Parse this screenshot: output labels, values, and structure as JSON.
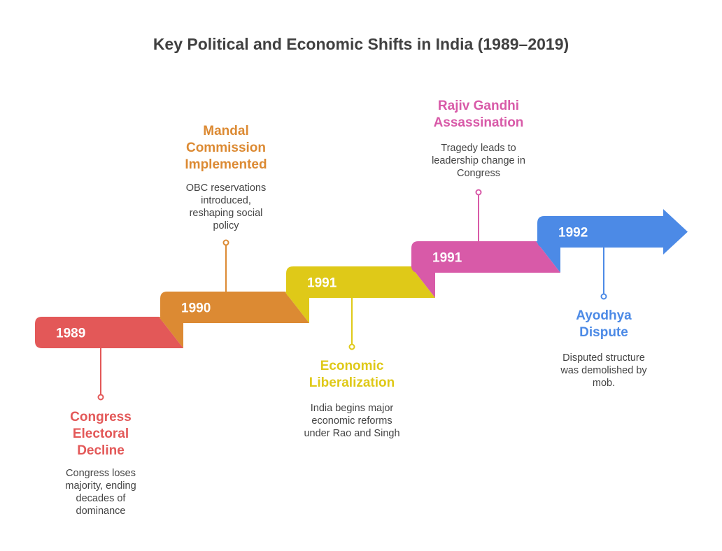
{
  "title": "Key Political and Economic Shifts in India (1989–2019)",
  "events": [
    {
      "year": "1989",
      "title": "Congress Electoral Decline",
      "description": "Congress loses majority, ending decades of dominance",
      "color": "#e35858",
      "fold_color": "#dc8a33"
    },
    {
      "year": "1990",
      "title": "Mandal Commission Implemented",
      "description": "OBC reservations introduced, reshaping social policy",
      "color": "#dc8a33",
      "fold_color": "#dfc918"
    },
    {
      "year": "1991",
      "title": "Economic Liberalization",
      "description": "India begins major economic reforms under Rao and Singh",
      "color": "#dfc918",
      "fold_color": "#d85aa8"
    },
    {
      "year": "1991",
      "title": "Rajiv Gandhi Assassination",
      "description": "Tragedy leads to leadership change in Congress",
      "color": "#d85aa8",
      "fold_color": "#4c8ae6"
    },
    {
      "year": "1992",
      "title": "Ayodhya Dispute",
      "description": "Disputed structure was demolished by mob.",
      "color": "#4c8ae6"
    }
  ]
}
